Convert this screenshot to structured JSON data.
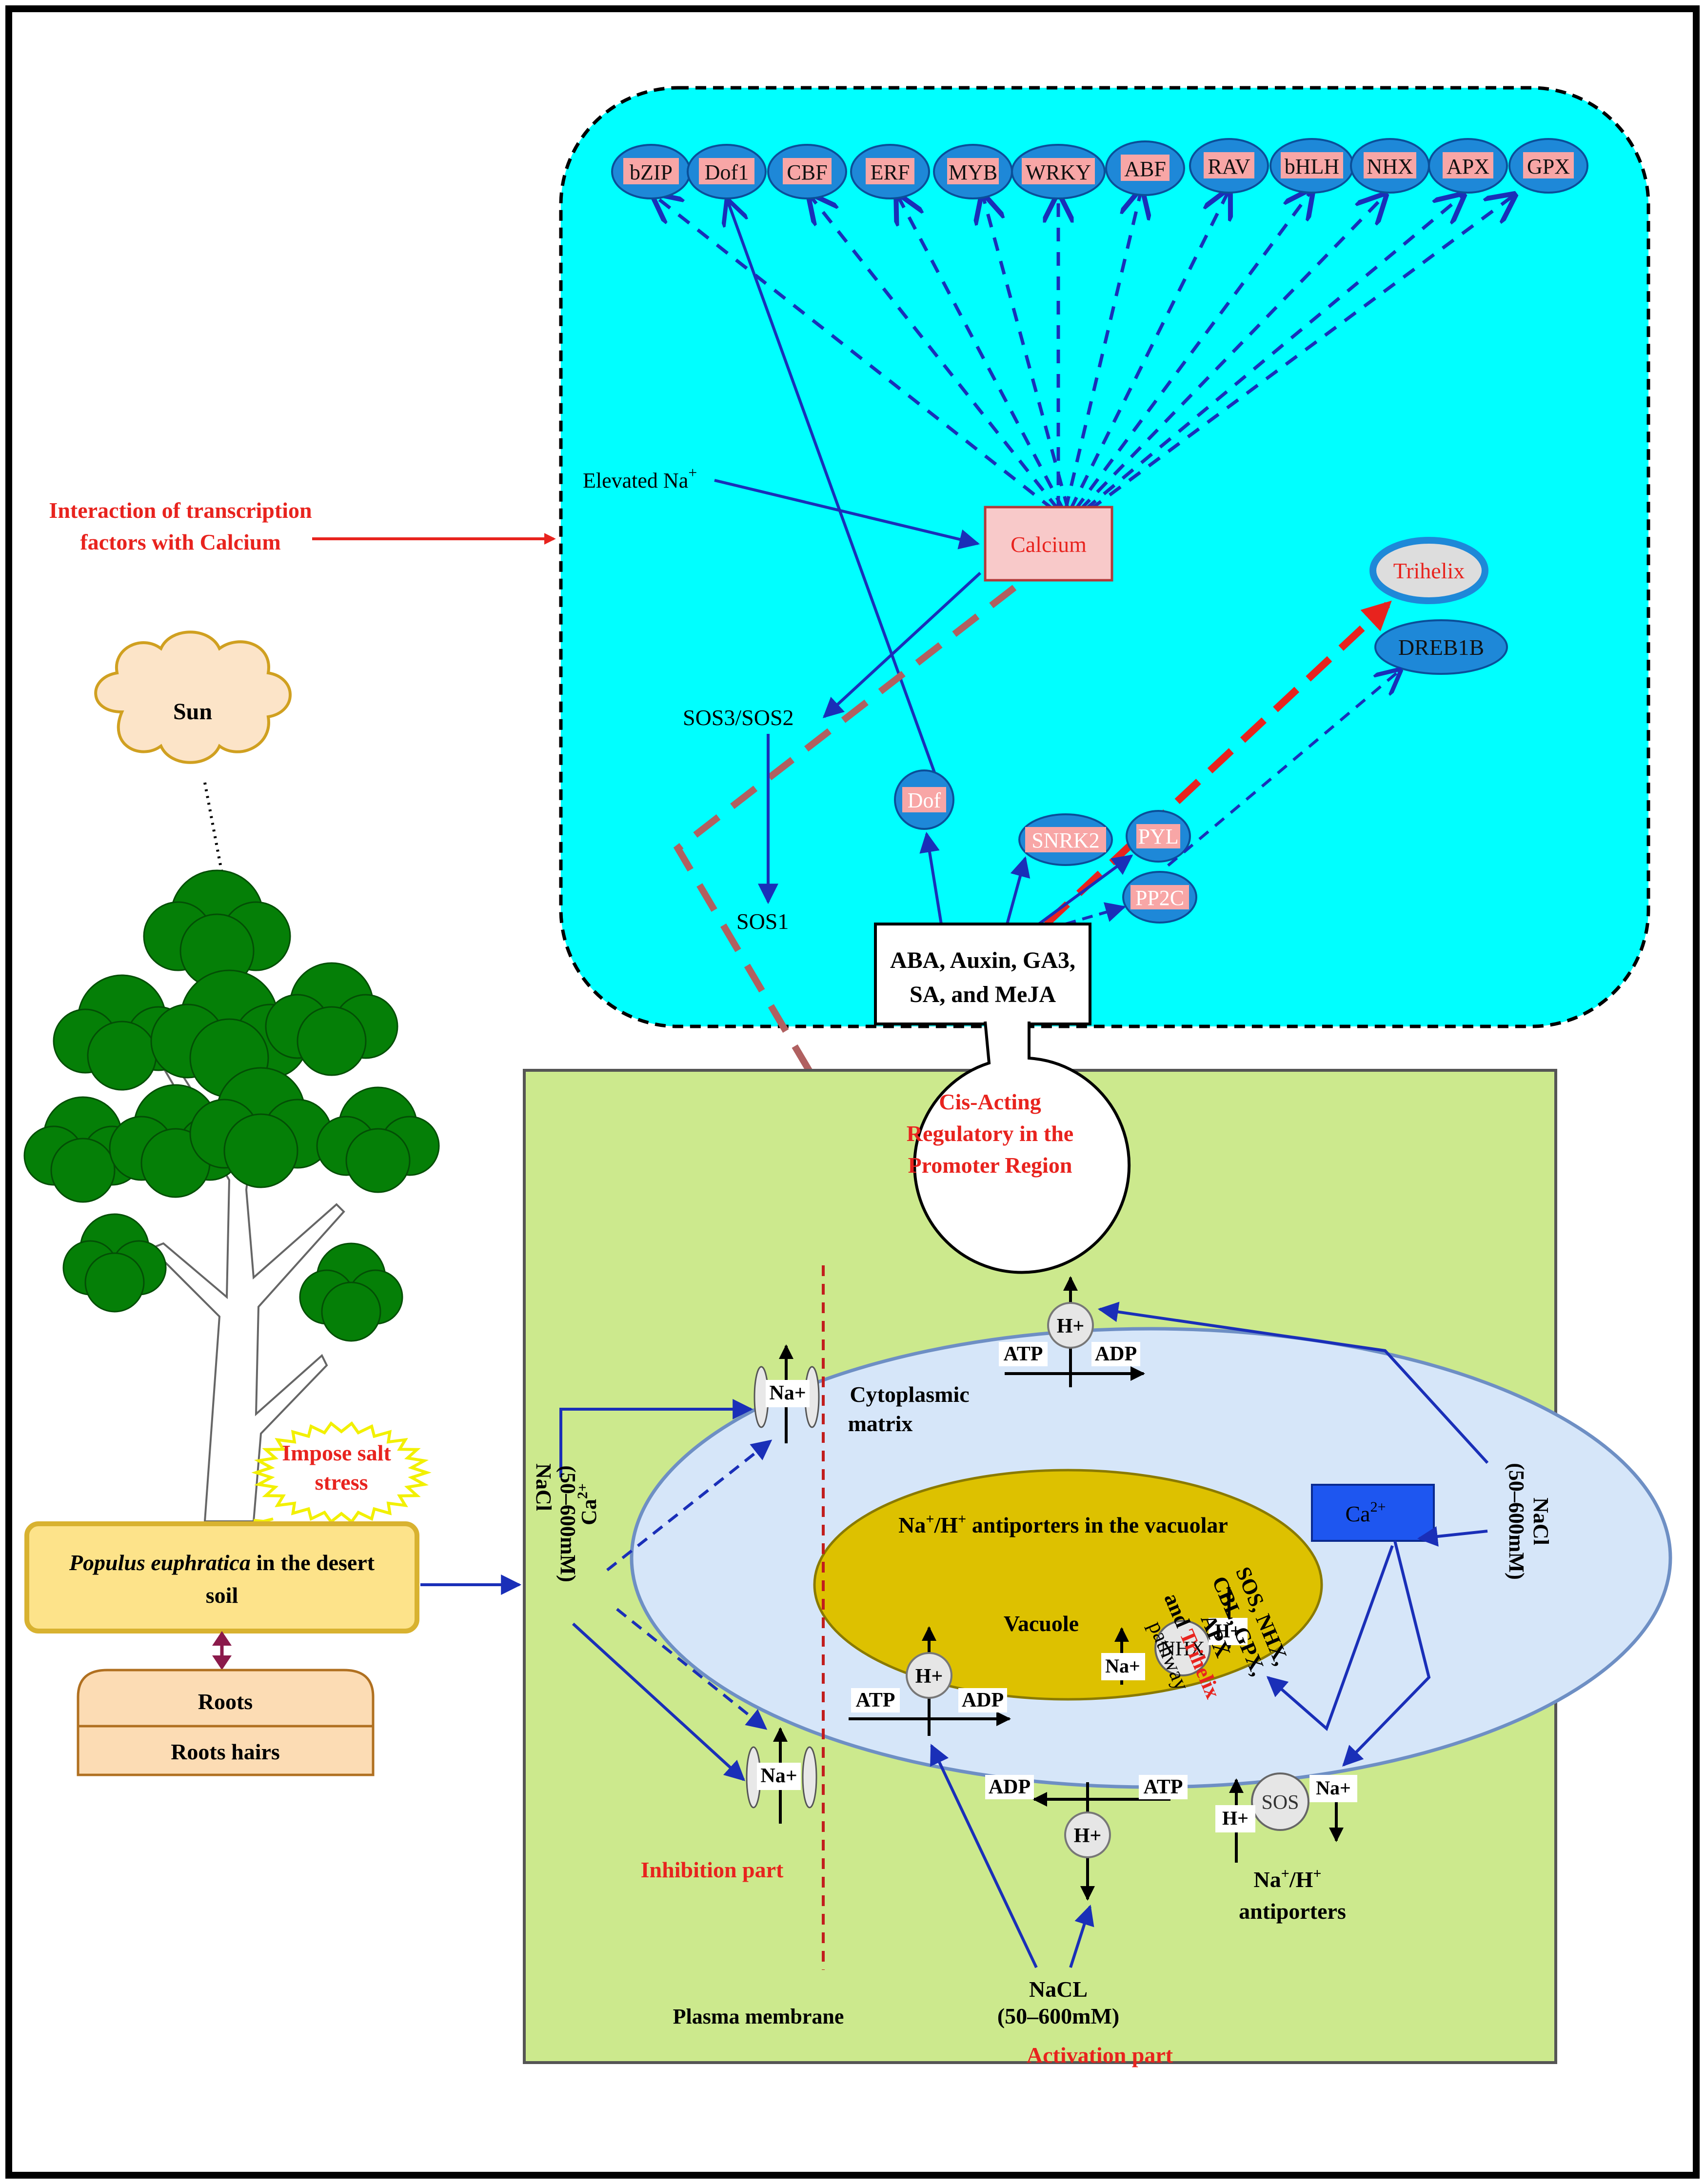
{
  "colors": {
    "cyan_panel": "#00FFFF",
    "green_panel": "#CCE98D",
    "cell": "#D6E6F9",
    "vacuole": "#DDC100",
    "node": "#1E88D8",
    "node_label_bg": "#F8A6A6",
    "calcium_box": "#F8C9C9",
    "blue_arrow": "#1A2FB8",
    "red_text": "#E8231E",
    "tree_green": "#057F07",
    "sun_fill": "#FCE4C8",
    "roots_fill": "#FCDCB4",
    "populus_fill": "#FDE38A",
    "ca_box": "#1E56F0"
  },
  "tf_nodes": [
    "bZIP",
    "Dof1",
    "CBF",
    "ERF",
    "MYB",
    "WRKY",
    "ABF",
    "RAV",
    "bHLH",
    "NHX",
    "APX",
    "GPX"
  ],
  "labels": {
    "interaction": "Interaction of transcription factors with Calcium",
    "elevated_na": "Elevated Na",
    "elevated_na_sup": "+",
    "calcium": "Calcium",
    "trihelix": "Trihelix",
    "dreb1b": "DREB1B",
    "sos3_sos2": "SOS3/SOS2",
    "sos1": "SOS1",
    "dof": "Dof",
    "snrk2": "SNRK2",
    "pyl": "PYL",
    "pp2c": "PP2C",
    "hormones_1": "ABA, Auxin, GA3,",
    "hormones_2": "SA, and MeJA",
    "cis_1": "Cis-Acting",
    "cis_2": "Regulatory in the",
    "cis_3": "Promoter Region",
    "sun": "Sun",
    "impose_1": "Impose salt",
    "impose_2": "stress",
    "populus_italic": "Populus euphratica",
    "populus_rest": " in the desert",
    "populus_line2": "soil",
    "roots": "Roots",
    "roots_hairs": "Roots hairs",
    "nacl_left": "NaCl",
    "nacl_left_conc": "(50–600mM)",
    "ca_left": "Ca",
    "ca_left_sup": "2+",
    "cytoplasmic_1": "Cytoplasmic",
    "cytoplasmic_2": "matrix",
    "antiporter_vac_na": "Na",
    "antiporter_vac_rest": " antiporters in the vacuolar",
    "antiporter_vac_h": "/H",
    "vacuole": "Vacuole",
    "na_plus": "Na+",
    "h_plus": "H+",
    "atp": "ATP",
    "adp": "ADP",
    "nhx": "NHX",
    "sos": "SOS",
    "pathway_1": "SOS, NHX,",
    "pathway_2": "CBL, GPX,",
    "pathway_3": "APX",
    "pathway_4a": "and ",
    "pathway_4b": "Trihelix",
    "pathway_5": "pathway",
    "ca_box": "Ca",
    "ca_box_sup": "2+",
    "nacl_right": "NaCl",
    "nacl_right_conc": "(50–600mM)",
    "antiporters_1a": "Na",
    "antiporters_1b": "/H",
    "antiporters_2": "antiporters",
    "inhibition": "Inhibition part",
    "plasma": "Plasma membrane",
    "nacl_bottom": "NaCL",
    "nacl_bottom_conc": "(50–600mM)",
    "activation": "Activation part",
    "sup_plus": "+"
  }
}
